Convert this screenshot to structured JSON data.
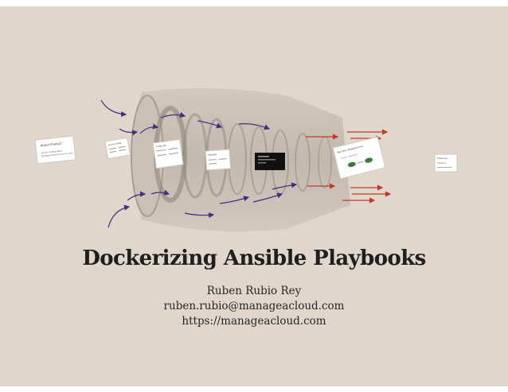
{
  "slide": {
    "title": "Dockerizing Ansible Playbooks",
    "author": "Ruben Rubio Rey",
    "email": "ruben.rubio@manageacloud.com",
    "url": "https://manageacloud.com"
  },
  "cards": {
    "about": {
      "heading": "About Product",
      "line1": "Server configuration",
      "line2": "Manage infrastructure as code"
    },
    "card2": {
      "heading": "Server setup"
    },
    "card3": {
      "heading": "Config file"
    },
    "card4": {
      "heading": "Modules"
    },
    "card5": {
      "heading": "Run the infrastructure",
      "line1": "Launch containers"
    },
    "right": {
      "heading": "Thank you",
      "line1": "Questions"
    }
  },
  "colors": {
    "background": "#e0d6cc",
    "purple_arrow": "#4b2b7a",
    "red_arrow": "#c0392b"
  },
  "icons": [
    "jet-engine-illustration",
    "arrow-icon",
    "terminal-screen"
  ]
}
